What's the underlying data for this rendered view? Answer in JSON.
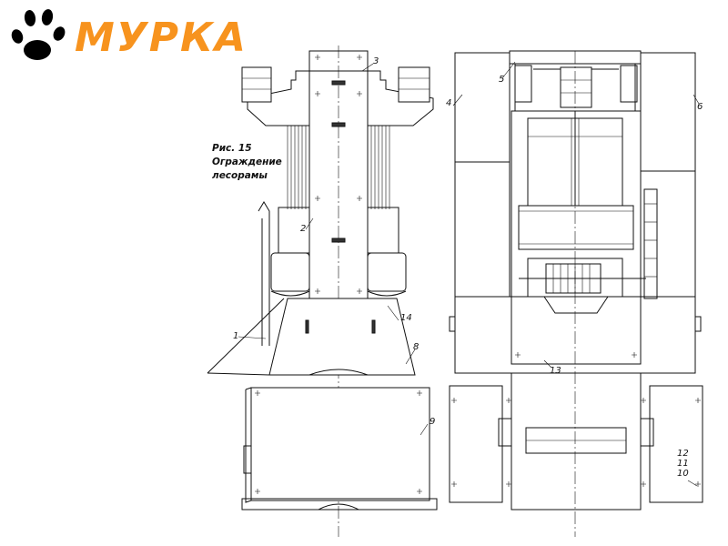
{
  "logo": {
    "text": "МУРКА",
    "color": "#F7931E",
    "icon": "paw-print-icon"
  },
  "caption": {
    "line1": "Рис. 15",
    "line2": "Ограждение",
    "line3": "лесорамы"
  },
  "callouts": [
    "1",
    "2",
    "3",
    "4",
    "5",
    "6",
    "8",
    "9",
    "10",
    "11",
    "12",
    "13",
    "14"
  ]
}
